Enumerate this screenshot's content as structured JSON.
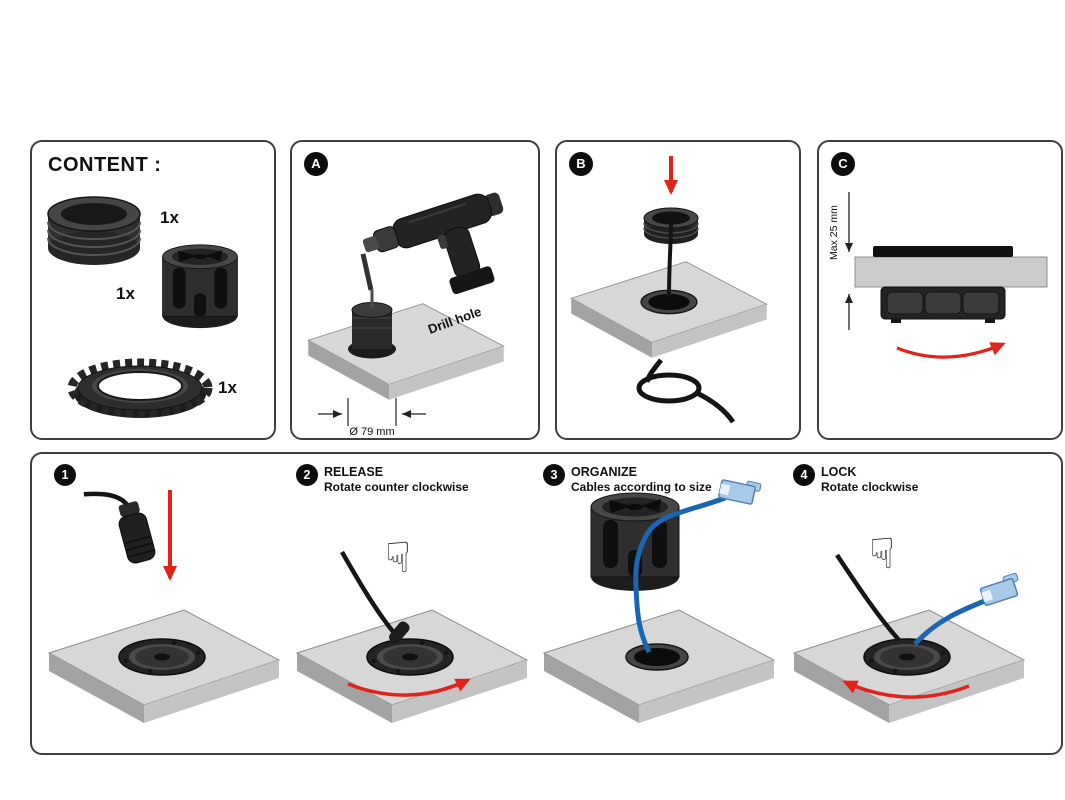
{
  "content_panel": {
    "title": "CONTENT :",
    "items": [
      {
        "qty": "1x",
        "part": "threaded-sleeve"
      },
      {
        "qty": "1x",
        "part": "cable-organizer-cage"
      },
      {
        "qty": "1x",
        "part": "lock-ring"
      }
    ]
  },
  "panel_a": {
    "badge": "A",
    "drill_label": "Drill hole",
    "diameter_label": "Ø 79 mm"
  },
  "panel_b": {
    "badge": "B"
  },
  "panel_c": {
    "badge": "C",
    "max_label": "Max 25 mm"
  },
  "steps": [
    {
      "badge": "1",
      "title": "",
      "subtitle": ""
    },
    {
      "badge": "2",
      "title": "RELEASE",
      "subtitle": "Rotate counter clockwise"
    },
    {
      "badge": "3",
      "title": "ORGANIZE",
      "subtitle": "Cables according to size"
    },
    {
      "badge": "4",
      "title": "LOCK",
      "subtitle": "Rotate clockwise"
    }
  ],
  "icons": {
    "hand_down": "☟"
  },
  "colors": {
    "accent_red": "#e2231a",
    "cable_blue": "#1a66b0",
    "desk_gray": "#d7d7d7",
    "part_dark": "#2b2b2b"
  }
}
